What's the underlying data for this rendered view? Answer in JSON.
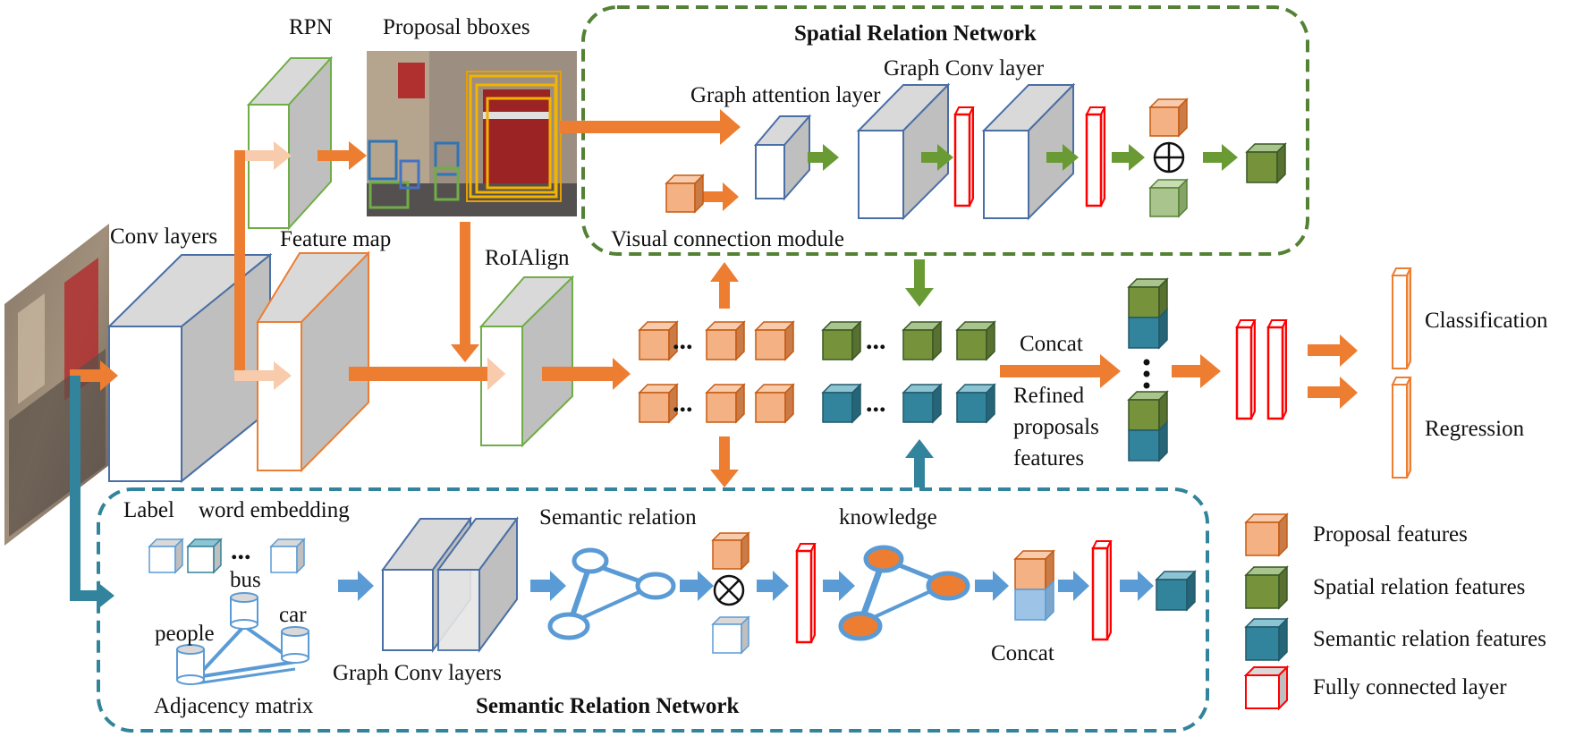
{
  "labels": {
    "rpn": "RPN",
    "proposal_bboxes": "Proposal bboxes",
    "conv_layers": "Conv layers",
    "feature_map": "Feature map",
    "roialign": "RoIAlign",
    "spatial_relation_network": "Spatial Relation Network",
    "graph_conv_layer": "Graph Conv layer",
    "graph_attention_layer": "Graph attention layer",
    "visual_connection_module": "Visual connection module",
    "concat_top": "Concat",
    "refined_line1": "Refined",
    "refined_line2": "proposals",
    "refined_line3": "features",
    "classification": "Classification",
    "regression": "Regression",
    "label": "Label",
    "word_embedding": "word embedding",
    "bus": "bus",
    "car": "car",
    "people": "people",
    "adjacency_matrix": "Adjacency matrix",
    "graph_conv_layers": "Graph Conv layers",
    "semantic_relation": "Semantic relation",
    "knowledge": "knowledge",
    "concat_bottom": "Concat",
    "semantic_relation_network": "Semantic Relation Network",
    "ellipsis": "..."
  },
  "legend": [
    {
      "name": "legend-proposal",
      "label": "Proposal features",
      "color": "#F0A060"
    },
    {
      "name": "legend-spatial",
      "label": "Spatial relation features",
      "color": "#76933C"
    },
    {
      "name": "legend-semantic",
      "label": "Semantic relation features",
      "color": "#31849B"
    },
    {
      "name": "legend-fc",
      "label": "Fully connected layer",
      "color": "#FFFFFF"
    }
  ],
  "colors": {
    "arrow_orange": "#ED7D31",
    "arrow_green": "#6A9A34",
    "arrow_teal": "#31849B",
    "arrow_blue": "#5B9BD5",
    "dashed_green": "#548235",
    "dashed_teal": "#31849B",
    "fc_red": "#FF0000",
    "knowledge_node": "#ED7D31"
  }
}
